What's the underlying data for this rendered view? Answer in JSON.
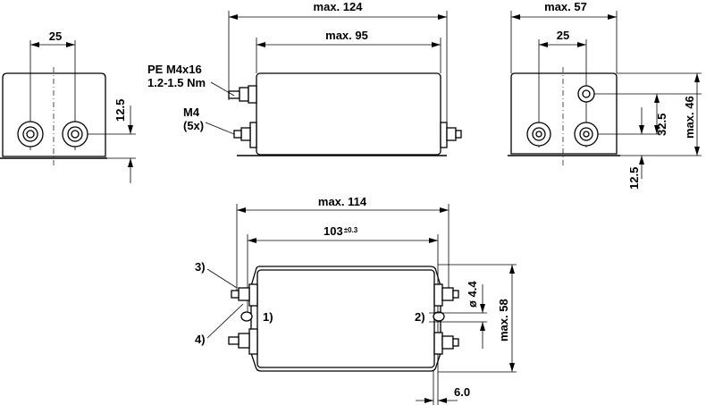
{
  "title": "Filter dimensional drawing",
  "left_view": {
    "pitch": "25",
    "height_offset": "12.5"
  },
  "side_view": {
    "overall_length": "max. 124",
    "body_length": "max. 95",
    "pe_label_line1": "PE M4x16",
    "pe_label_line2": "1.2-1.5 Nm",
    "terminal_label_line1": "M4",
    "terminal_label_line2": "(5x)"
  },
  "right_view": {
    "width": "max. 57",
    "pitch": "25",
    "pe_height": "32.5",
    "height": "max. 46",
    "terminal_height": "12.5"
  },
  "bottom_view": {
    "overall_length": "max. 114",
    "mounting_pitch": "103",
    "mounting_tolerance": "±0.3",
    "hole_diameter": "ø 4.4",
    "height": "max. 58",
    "flange_width": "6.0",
    "callout_1": "1)",
    "callout_2": "2)",
    "callout_3": "3)",
    "callout_4": "4)"
  }
}
